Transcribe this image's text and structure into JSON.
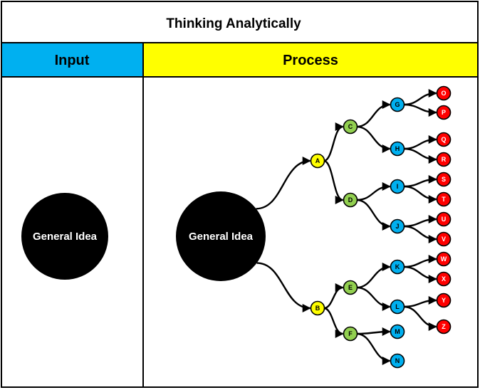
{
  "title": "Thinking Analytically",
  "columns": {
    "input": {
      "label": "Input",
      "color": "#00b0f0"
    },
    "process": {
      "label": "Process",
      "color": "#ffff00"
    }
  },
  "input_node": {
    "label": "General Idea",
    "color": "#000000"
  },
  "process_root": {
    "label": "General Idea",
    "color": "#000000"
  },
  "level_colors": {
    "level1": "#ffff00",
    "level2": "#92d050",
    "level3": "#00b0f0",
    "level4": "#ff0000"
  },
  "tree": {
    "level1": [
      "A",
      "B"
    ],
    "level2": [
      "C",
      "D",
      "E",
      "F"
    ],
    "level3": [
      "G",
      "H",
      "I",
      "J",
      "K",
      "L",
      "M",
      "N"
    ],
    "level4": [
      "O",
      "P",
      "Q",
      "R",
      "S",
      "T",
      "U",
      "V",
      "W",
      "X",
      "Y",
      "Z"
    ]
  },
  "edges": [
    [
      "root",
      "A"
    ],
    [
      "root",
      "B"
    ],
    [
      "A",
      "C"
    ],
    [
      "A",
      "D"
    ],
    [
      "B",
      "E"
    ],
    [
      "B",
      "F"
    ],
    [
      "C",
      "G"
    ],
    [
      "C",
      "H"
    ],
    [
      "D",
      "I"
    ],
    [
      "D",
      "J"
    ],
    [
      "E",
      "K"
    ],
    [
      "E",
      "L"
    ],
    [
      "F",
      "M"
    ],
    [
      "F",
      "N"
    ],
    [
      "G",
      "O"
    ],
    [
      "G",
      "P"
    ],
    [
      "H",
      "Q"
    ],
    [
      "H",
      "R"
    ],
    [
      "I",
      "S"
    ],
    [
      "I",
      "T"
    ],
    [
      "J",
      "U"
    ],
    [
      "J",
      "V"
    ],
    [
      "K",
      "W"
    ],
    [
      "K",
      "X"
    ],
    [
      "L",
      "Y"
    ],
    [
      "L",
      "Z"
    ]
  ]
}
